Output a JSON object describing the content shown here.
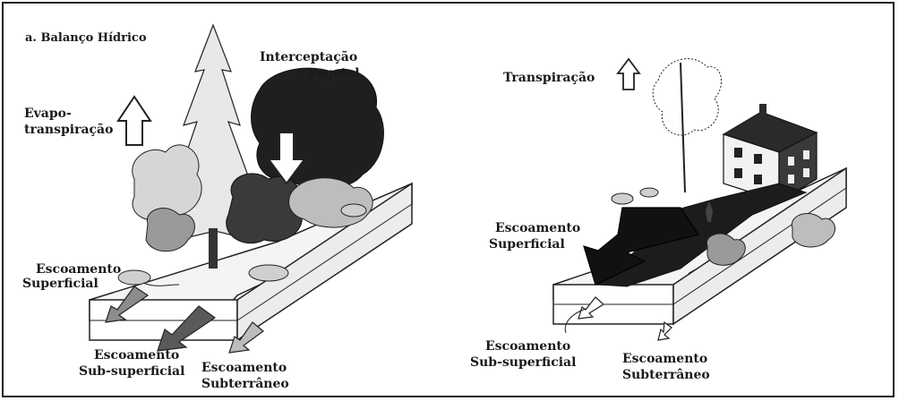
{
  "figure": {
    "title": "a. Balanço Hídrico",
    "left_panel": {
      "evapotranspiration": [
        "Evapo-",
        "transpiração"
      ],
      "interception": [
        "Interceptação",
        "vegetal"
      ],
      "surface_runoff": [
        "Escoamento",
        "Superficial"
      ],
      "subsurface_runoff": [
        "Escoamento",
        "Sub-superficial"
      ],
      "groundwater_runoff": [
        "Escoamento",
        "Subterrâneo"
      ]
    },
    "right_panel": {
      "transpiration": "Transpiração",
      "surface_runoff": [
        "Escoamento",
        "Superficial"
      ],
      "subsurface_runoff": [
        "Escoamento",
        "Sub-superficial"
      ],
      "groundwater_runoff": [
        "Escoamento",
        "Subterrâneo"
      ]
    }
  }
}
